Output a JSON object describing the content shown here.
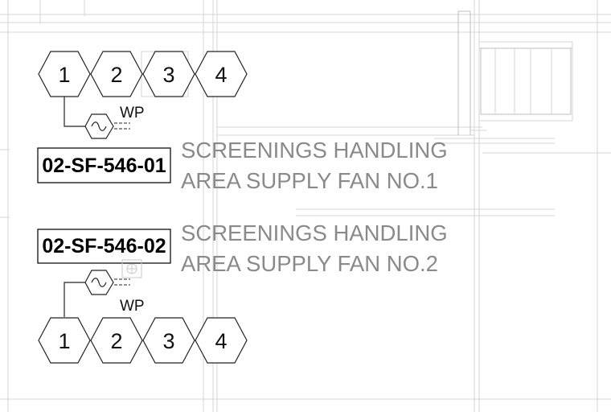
{
  "circuit_group_1": {
    "circuits": [
      "1",
      "2",
      "3",
      "4"
    ],
    "weatherproof_label": "WP",
    "equipment_tag": "02-SF-546-01",
    "description_line_1": "SCREENINGS HANDLING",
    "description_line_2": "AREA SUPPLY FAN NO.1"
  },
  "circuit_group_2": {
    "circuits": [
      "1",
      "2",
      "3",
      "4"
    ],
    "weatherproof_label": "WP",
    "equipment_tag": "02-SF-546-02",
    "description_line_1": "SCREENINGS HANDLING",
    "description_line_2": "AREA SUPPLY FAN NO.2"
  },
  "colors": {
    "linework": "#222222",
    "background_linework": "#d6d6d6",
    "description_text": "#8a8a8a"
  },
  "icons": [
    "hexagon-circuit-marker",
    "fan-motor-symbol",
    "receptacle-symbol"
  ]
}
